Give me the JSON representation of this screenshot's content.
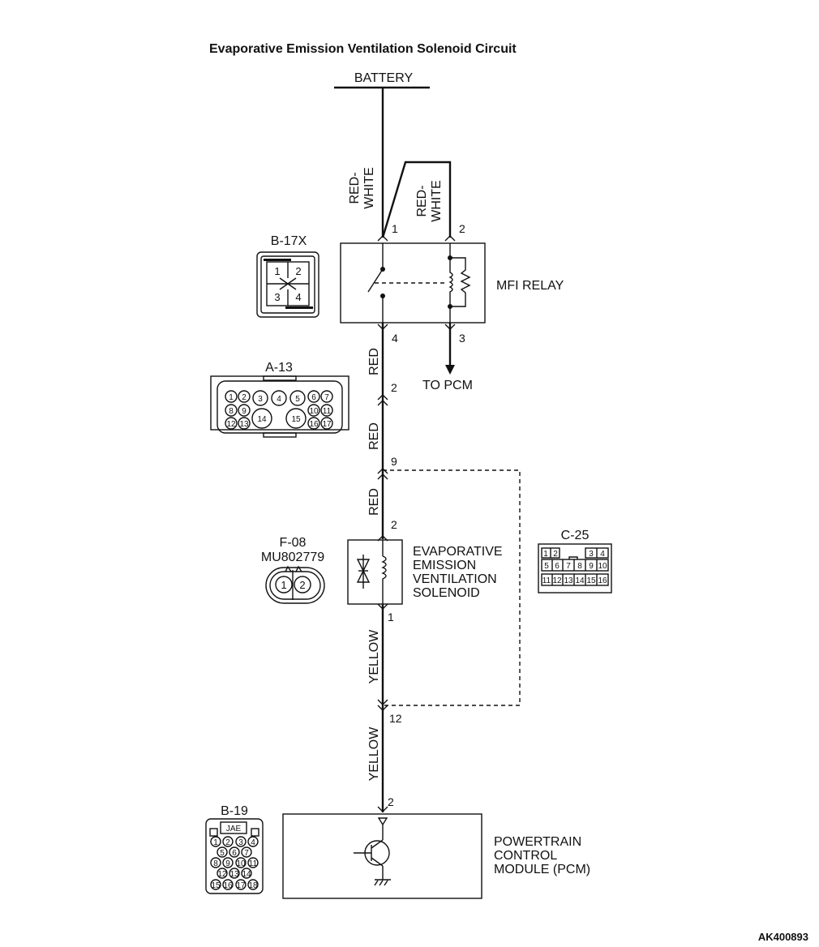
{
  "title": "Evaporative Emission Ventilation Solenoid Circuit",
  "battery_label": "BATTERY",
  "wires": {
    "red_white_1": [
      "RED-",
      "WHITE"
    ],
    "red_white_2": [
      "RED-",
      "WHITE"
    ],
    "red_a": "RED",
    "red_b": "RED",
    "red_c": "RED",
    "yellow_a": "YELLOW",
    "yellow_b": "YELLOW"
  },
  "pins": {
    "relay_1": "1",
    "relay_2": "2",
    "relay_4": "4",
    "relay_3": "3",
    "a13_2": "2",
    "a13_9": "9",
    "sol_2": "2",
    "sol_1": "1",
    "c25_12": "12",
    "pcm_2": "2"
  },
  "components": {
    "relay": "MFI RELAY",
    "to_pcm": "TO PCM",
    "solenoid": [
      "EVAPORATIVE",
      "EMISSION",
      "VENTILATION",
      "SOLENOID"
    ],
    "pcm": [
      "POWERTRAIN",
      "CONTROL",
      "MODULE (PCM)"
    ]
  },
  "connectors": {
    "b17x": {
      "name": "B-17X",
      "pins": [
        "1",
        "2",
        "3",
        "4"
      ]
    },
    "a13": {
      "name": "A-13",
      "pins": [
        "1",
        "2",
        "3",
        "4",
        "5",
        "6",
        "7",
        "8",
        "9",
        "10",
        "11",
        "12",
        "13",
        "14",
        "15",
        "16",
        "17"
      ]
    },
    "f08": {
      "name": "F-08",
      "part": "MU802779",
      "pins": [
        "1",
        "2"
      ]
    },
    "c25": {
      "name": "C-25",
      "pins": [
        "1",
        "2",
        "3",
        "4",
        "5",
        "6",
        "7",
        "8",
        "9",
        "10",
        "11",
        "12",
        "13",
        "14",
        "15",
        "16"
      ]
    },
    "b19": {
      "name": "B-19",
      "maker": "JAE",
      "pins": [
        "1",
        "2",
        "3",
        "4",
        "5",
        "6",
        "7",
        "8",
        "9",
        "10",
        "11",
        "12",
        "13",
        "14",
        "15",
        "16",
        "17",
        "18"
      ]
    }
  },
  "figure_id": "AK400893"
}
